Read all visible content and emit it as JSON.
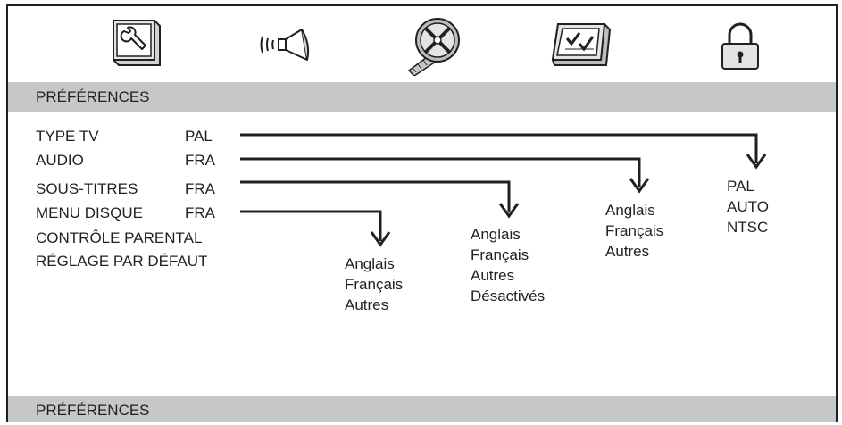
{
  "icons": [
    "wrench-icon",
    "speaker-icon",
    "film-reel-icon",
    "checklist-icon",
    "padlock-icon"
  ],
  "header": {
    "title": "PRÉFÉRENCES"
  },
  "footer": {
    "title": "PRÉFÉRENCES"
  },
  "menu": {
    "items": [
      {
        "label": "TYPE TV",
        "value": "PAL"
      },
      {
        "label": "AUDIO",
        "value": "FRA"
      },
      {
        "label": "SOUS-TITRES",
        "value": "FRA"
      },
      {
        "label": "MENU DISQUE",
        "value": "FRA"
      },
      {
        "label": "CONTRÔLE PARENTAL",
        "value": ""
      },
      {
        "label": "RÉGLAGE PAR DÉFAUT",
        "value": ""
      }
    ]
  },
  "options": {
    "tv_type": [
      "PAL",
      "AUTO",
      "NTSC"
    ],
    "audio": [
      "Anglais",
      "Français",
      "Autres"
    ],
    "subtitles": [
      "Anglais",
      "Français",
      "Autres",
      "Désactivés"
    ],
    "disc_menu": [
      "Anglais",
      "Français",
      "Autres"
    ]
  },
  "colors": {
    "band": "#c6c7c8",
    "ink": "#231f20"
  }
}
